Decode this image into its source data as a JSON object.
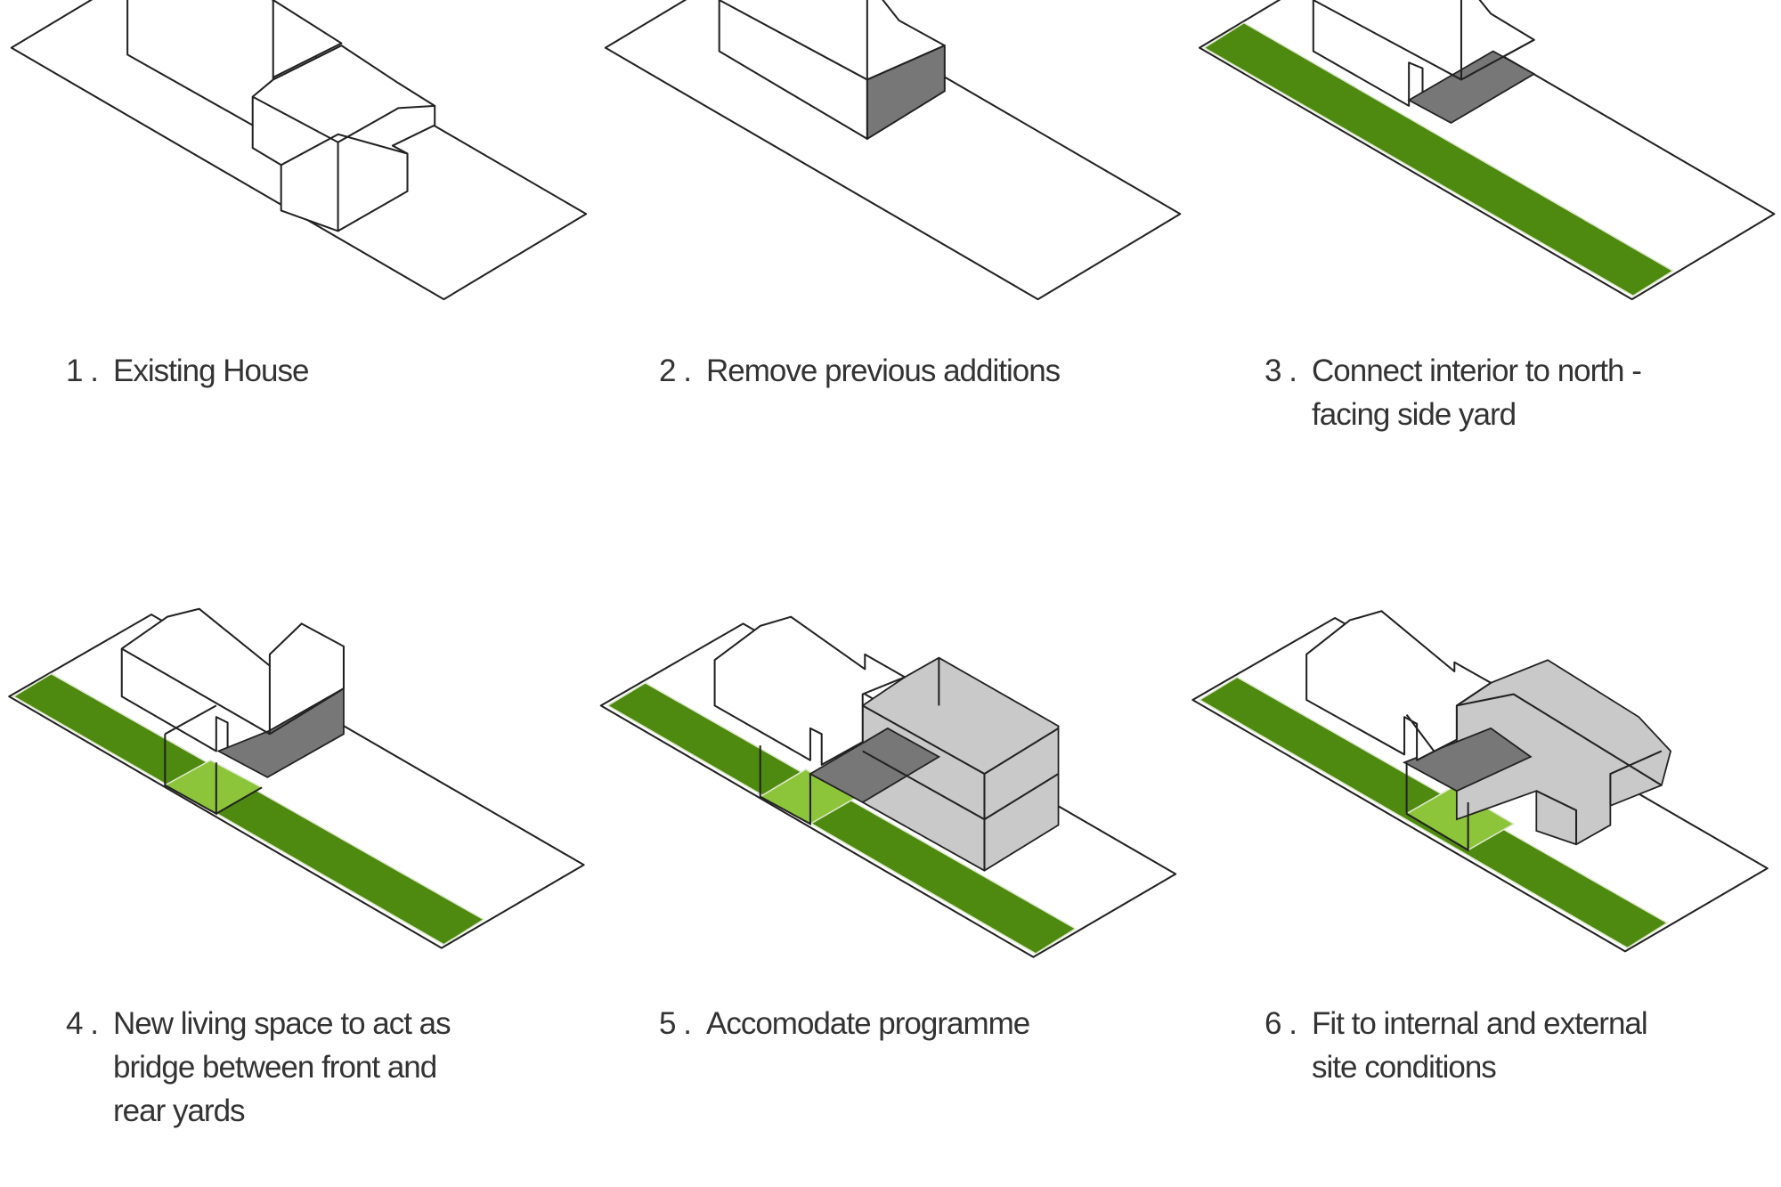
{
  "steps": [
    {
      "number": "1 .",
      "lines": [
        "Existing House"
      ]
    },
    {
      "number": "2 .",
      "lines": [
        "Remove previous additions"
      ]
    },
    {
      "number": "3 .",
      "lines": [
        "Connect interior to north -",
        "facing side yard"
      ]
    },
    {
      "number": "4 .",
      "lines": [
        "New living space to act as",
        "bridge between front and",
        "rear yards"
      ]
    },
    {
      "number": "5 .",
      "lines": [
        "Accomodate programme"
      ]
    },
    {
      "number": "6 .",
      "lines": [
        "Fit to internal and external",
        "site conditions"
      ]
    }
  ],
  "colors": {
    "grass": "#4f8a10",
    "bridge": "#8cc43a",
    "interior_dark": "#777777",
    "interior_light": "#c9c9c9"
  }
}
